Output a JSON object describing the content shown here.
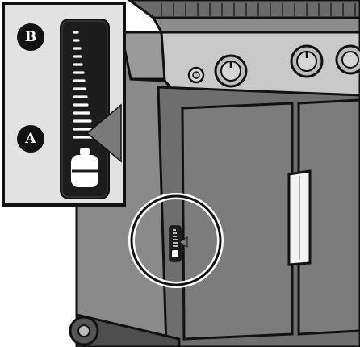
{
  "figure": {
    "labels": {
      "top_marker": "B",
      "level_marker": "A"
    },
    "colors": {
      "background": "#ffffff",
      "grill_body": "#8c8c8c",
      "grill_dark": "#5a5a5a",
      "door": "#7a7a7a",
      "door_shadow": "#666666",
      "control_panel": "#c9c9c9",
      "knob": "#bdbdbd",
      "gauge_bg": "#1c1c1c",
      "gauge_ticks": "#ffffff",
      "pointer": "#7a7a7a",
      "callout_bg": "#e2e2e2",
      "outline": "#111111"
    },
    "icons": {
      "fuel_tank": "propane-tank-icon",
      "pointer": "triangle-pointer-icon",
      "wheel": "caster-wheel-icon"
    },
    "fuel_level_fraction": 0.3
  }
}
